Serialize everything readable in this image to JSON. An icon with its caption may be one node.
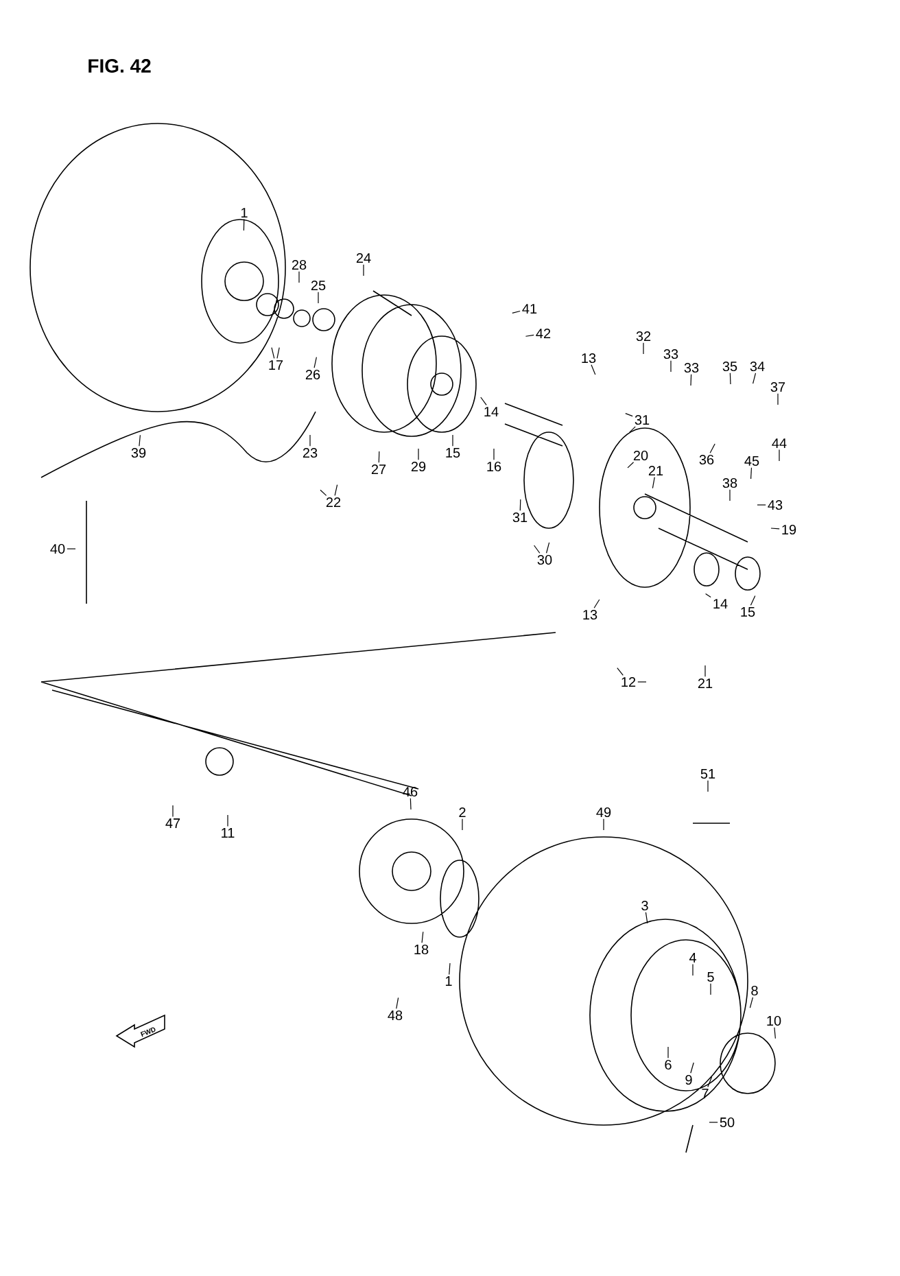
{
  "diagram": {
    "title": "FIG. 42",
    "nodes": [
      {
        "text": [
          "1"
        ]
      },
      {
        "text": [
          "28"
        ]
      },
      {
        "text": [
          "25"
        ]
      },
      {
        "text": [
          "24"
        ]
      },
      {
        "text": [
          "17"
        ]
      },
      {
        "text": [
          "26"
        ]
      },
      {
        "text": [
          "41"
        ]
      },
      {
        "text": [
          "42"
        ]
      },
      {
        "text": [
          "39"
        ]
      },
      {
        "text": [
          "23"
        ]
      },
      {
        "text": [
          "27"
        ]
      },
      {
        "text": [
          "29"
        ]
      },
      {
        "text": [
          "15"
        ]
      },
      {
        "text": [
          "14"
        ]
      },
      {
        "text": [
          "16"
        ]
      },
      {
        "text": [
          "22"
        ]
      },
      {
        "text": [
          "40"
        ]
      },
      {
        "text": [
          "13"
        ]
      },
      {
        "text": [
          "31"
        ]
      },
      {
        "text": [
          "32"
        ]
      },
      {
        "text": [
          "33"
        ]
      },
      {
        "text": [
          "33"
        ]
      },
      {
        "text": [
          "35"
        ]
      },
      {
        "text": [
          "34"
        ]
      },
      {
        "text": [
          "37"
        ]
      },
      {
        "text": [
          "44"
        ]
      },
      {
        "text": [
          "36"
        ]
      },
      {
        "text": [
          "45"
        ]
      },
      {
        "text": [
          "38"
        ]
      },
      {
        "text": [
          "43"
        ]
      },
      {
        "text": [
          "20"
        ]
      },
      {
        "text": [
          "21"
        ]
      },
      {
        "text": [
          "19"
        ]
      },
      {
        "text": [
          "31"
        ]
      },
      {
        "text": [
          "30"
        ]
      },
      {
        "text": [
          "13"
        ]
      },
      {
        "text": [
          "14"
        ]
      },
      {
        "text": [
          "15"
        ]
      },
      {
        "text": [
          "12"
        ]
      },
      {
        "text": [
          "21"
        ]
      },
      {
        "text": [
          "47"
        ]
      },
      {
        "text": [
          "11"
        ]
      },
      {
        "text": [
          "46"
        ]
      },
      {
        "text": [
          "2"
        ]
      },
      {
        "text": [
          "18"
        ]
      },
      {
        "text": [
          "1"
        ]
      },
      {
        "text": [
          "48"
        ]
      },
      {
        "text": [
          "49"
        ]
      },
      {
        "text": [
          "51"
        ]
      },
      {
        "text": [
          "3"
        ]
      },
      {
        "text": [
          "4"
        ]
      },
      {
        "text": [
          "5"
        ]
      },
      {
        "text": [
          "8"
        ]
      },
      {
        "text": [
          "10"
        ]
      },
      {
        "text": [
          "6"
        ]
      },
      {
        "text": [
          "9"
        ]
      },
      {
        "text": [
          "7"
        ]
      },
      {
        "text": [
          "50"
        ]
      }
    ],
    "edges": [
      {
        "from": 0,
        "to": null,
        "arrow": "none"
      },
      {
        "from": 1,
        "to": null,
        "arrow": "none"
      },
      {
        "from": 2,
        "to": null,
        "arrow": "none"
      },
      {
        "from": 3,
        "to": null,
        "arrow": "none"
      },
      {
        "from": 4,
        "to": null,
        "arrow": "none"
      },
      {
        "from": 4,
        "to": null,
        "arrow": "none"
      },
      {
        "from": 5,
        "to": null,
        "arrow": "none"
      },
      {
        "from": 6,
        "to": null,
        "arrow": "none"
      },
      {
        "from": 7,
        "to": null,
        "arrow": "none"
      },
      {
        "from": 8,
        "to": null,
        "arrow": "none"
      },
      {
        "from": 9,
        "to": null,
        "arrow": "none"
      },
      {
        "from": 10,
        "to": null,
        "arrow": "none"
      },
      {
        "from": 11,
        "to": null,
        "arrow": "none"
      },
      {
        "from": 12,
        "to": null,
        "arrow": "none"
      },
      {
        "from": 13,
        "to": null,
        "arrow": "none"
      },
      {
        "from": 14,
        "to": null,
        "arrow": "none"
      },
      {
        "from": 15,
        "to": null,
        "arrow": "none"
      },
      {
        "from": 15,
        "to": null,
        "arrow": "none"
      },
      {
        "from": 16,
        "to": null,
        "arrow": "none"
      },
      {
        "from": 17,
        "to": null,
        "arrow": "none"
      },
      {
        "from": 18,
        "to": null,
        "arrow": "none"
      },
      {
        "from": 18,
        "to": null,
        "arrow": "none"
      },
      {
        "from": 19,
        "to": null,
        "arrow": "none"
      },
      {
        "from": 20,
        "to": null,
        "arrow": "none"
      },
      {
        "from": 21,
        "to": null,
        "arrow": "none"
      },
      {
        "from": 22,
        "to": null,
        "arrow": "none"
      },
      {
        "from": 23,
        "to": null,
        "arrow": "none"
      },
      {
        "from": 24,
        "to": null,
        "arrow": "none"
      },
      {
        "from": 25,
        "to": null,
        "arrow": "none"
      },
      {
        "from": 26,
        "to": null,
        "arrow": "none"
      },
      {
        "from": 27,
        "to": null,
        "arrow": "none"
      },
      {
        "from": 28,
        "to": null,
        "arrow": "none"
      },
      {
        "from": 29,
        "to": null,
        "arrow": "none"
      },
      {
        "from": 30,
        "to": null,
        "arrow": "none"
      },
      {
        "from": 31,
        "to": null,
        "arrow": "none"
      },
      {
        "from": 32,
        "to": null,
        "arrow": "none"
      },
      {
        "from": 33,
        "to": null,
        "arrow": "none"
      },
      {
        "from": 34,
        "to": null,
        "arrow": "none"
      },
      {
        "from": 34,
        "to": null,
        "arrow": "none"
      },
      {
        "from": 35,
        "to": null,
        "arrow": "none"
      },
      {
        "from": 36,
        "to": null,
        "arrow": "none"
      },
      {
        "from": 37,
        "to": null,
        "arrow": "none"
      },
      {
        "from": 38,
        "to": null,
        "arrow": "none"
      },
      {
        "from": 38,
        "to": null,
        "arrow": "none"
      },
      {
        "from": 39,
        "to": null,
        "arrow": "none"
      },
      {
        "from": 40,
        "to": null,
        "arrow": "none"
      },
      {
        "from": 41,
        "to": null,
        "arrow": "none"
      },
      {
        "from": 42,
        "to": null,
        "arrow": "none"
      },
      {
        "from": 43,
        "to": null,
        "arrow": "none"
      },
      {
        "from": 44,
        "to": null,
        "arrow": "none"
      },
      {
        "from": 45,
        "to": null,
        "arrow": "none"
      },
      {
        "from": 46,
        "to": null,
        "arrow": "none"
      },
      {
        "from": 47,
        "to": null,
        "arrow": "none"
      },
      {
        "from": 48,
        "to": null,
        "arrow": "none"
      },
      {
        "from": 49,
        "to": null,
        "arrow": "none"
      },
      {
        "from": 50,
        "to": null,
        "arrow": "none"
      },
      {
        "from": 51,
        "to": null,
        "arrow": "none"
      },
      {
        "from": 52,
        "to": null,
        "arrow": "none"
      },
      {
        "from": 53,
        "to": null,
        "arrow": "none"
      },
      {
        "from": 54,
        "to": null,
        "arrow": "none"
      },
      {
        "from": 55,
        "to": null,
        "arrow": "none"
      },
      {
        "from": 56,
        "to": null,
        "arrow": "none"
      },
      {
        "from": 57,
        "to": null,
        "arrow": "none"
      }
    ],
    "labels": [
      "FWD"
    ]
  }
}
